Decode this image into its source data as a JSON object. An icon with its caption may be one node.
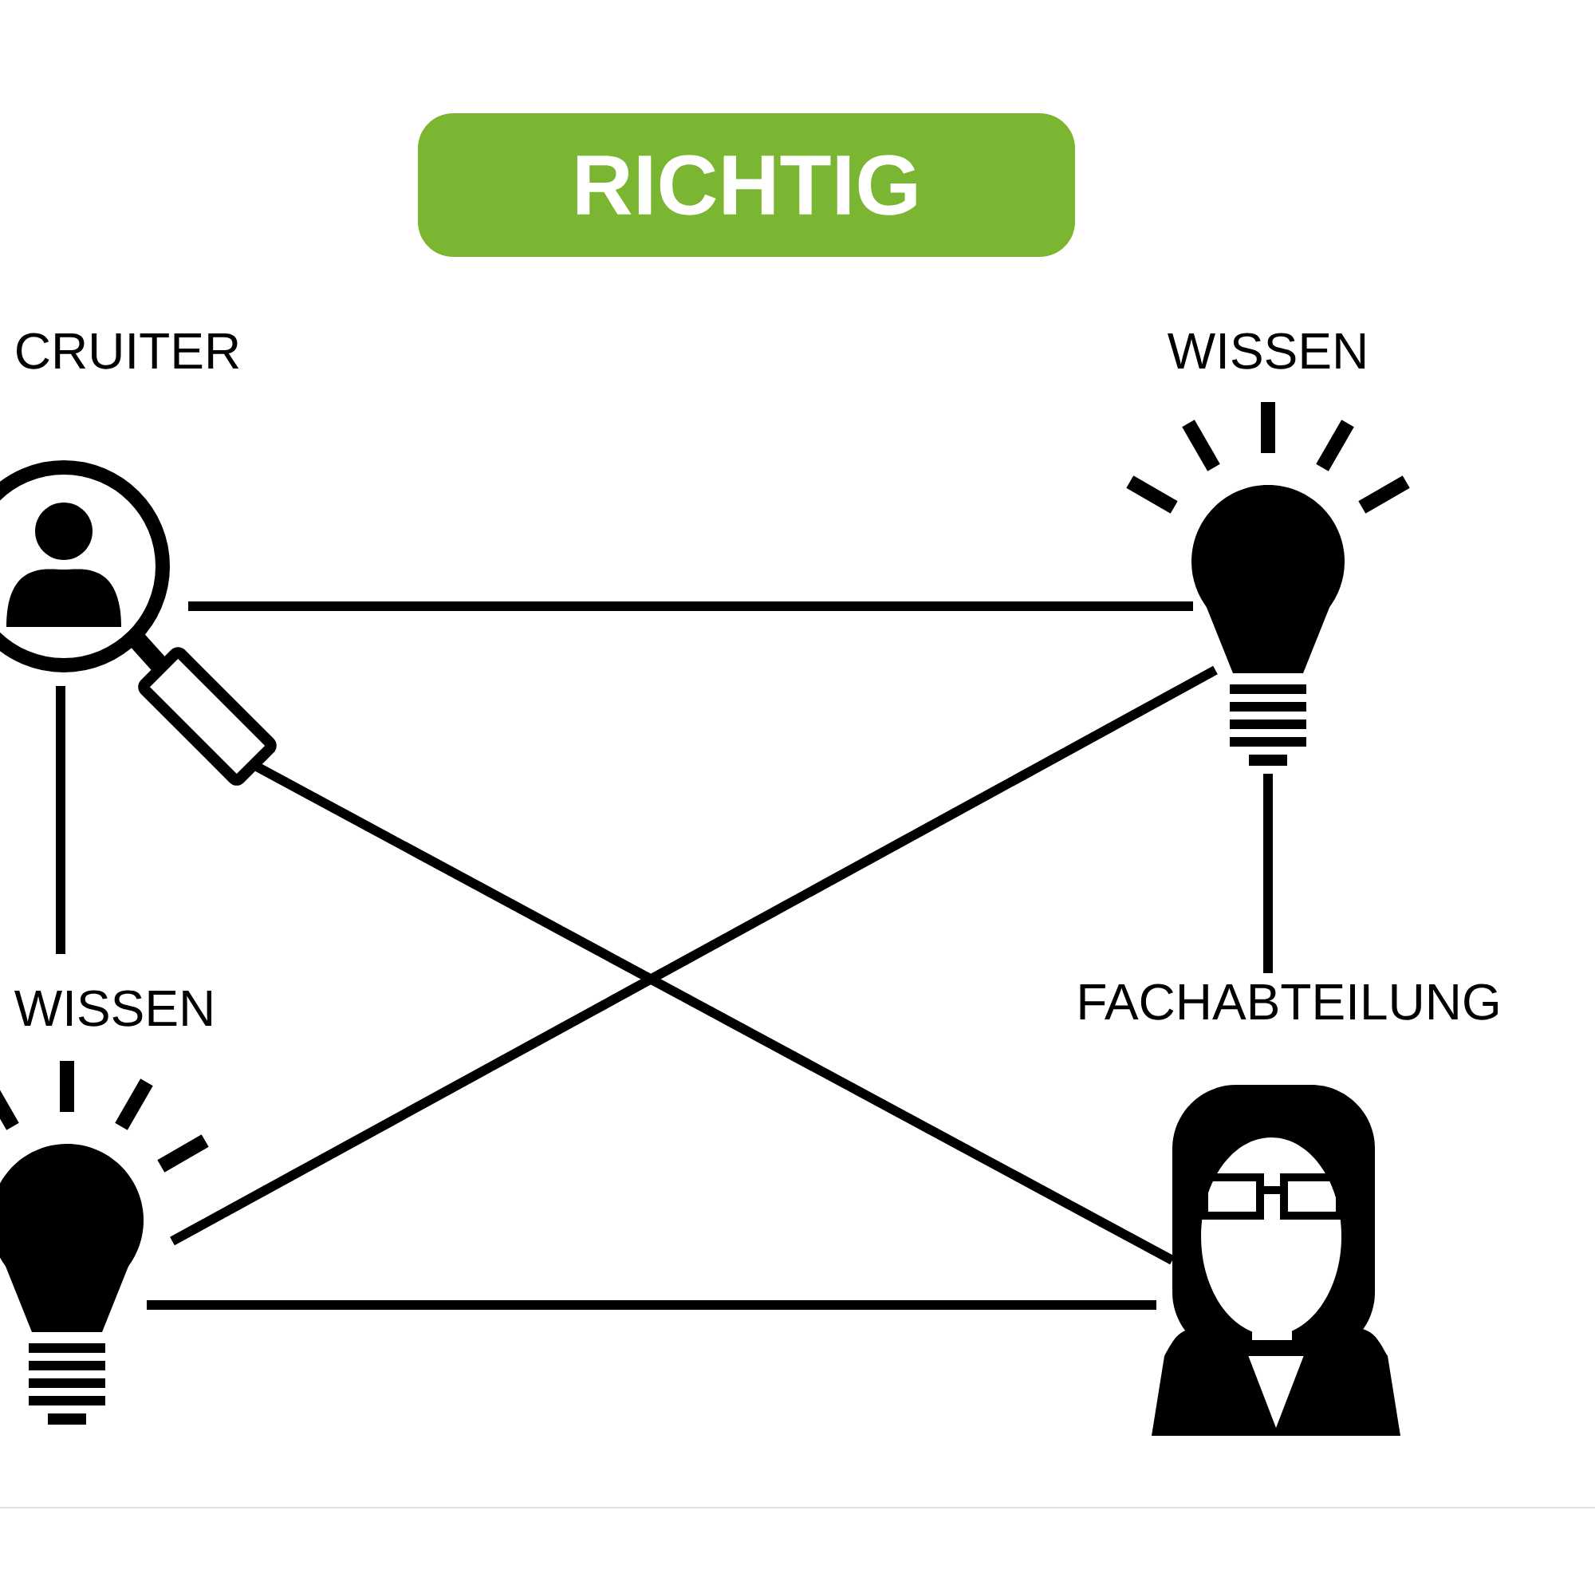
{
  "diagram": {
    "nodes": [
      {
        "text": [
          "RICHTIG"
        ]
      },
      {
        "text": [
          "CRUITER"
        ]
      },
      {
        "text": [
          "WISSEN"
        ]
      },
      {
        "text": [
          "WISSEN"
        ]
      },
      {
        "text": [
          "FACHABTEILUNG"
        ]
      }
    ],
    "edges": [
      {
        "from": 1,
        "to": 2,
        "arrow": "none"
      },
      {
        "from": 1,
        "to": 3,
        "arrow": "none"
      },
      {
        "from": 1,
        "to": 4,
        "arrow": "none"
      },
      {
        "from": 3,
        "to": 2,
        "arrow": "none"
      },
      {
        "from": 3,
        "to": 4,
        "arrow": "none"
      },
      {
        "from": 2,
        "to": 4,
        "arrow": "none"
      }
    ]
  }
}
